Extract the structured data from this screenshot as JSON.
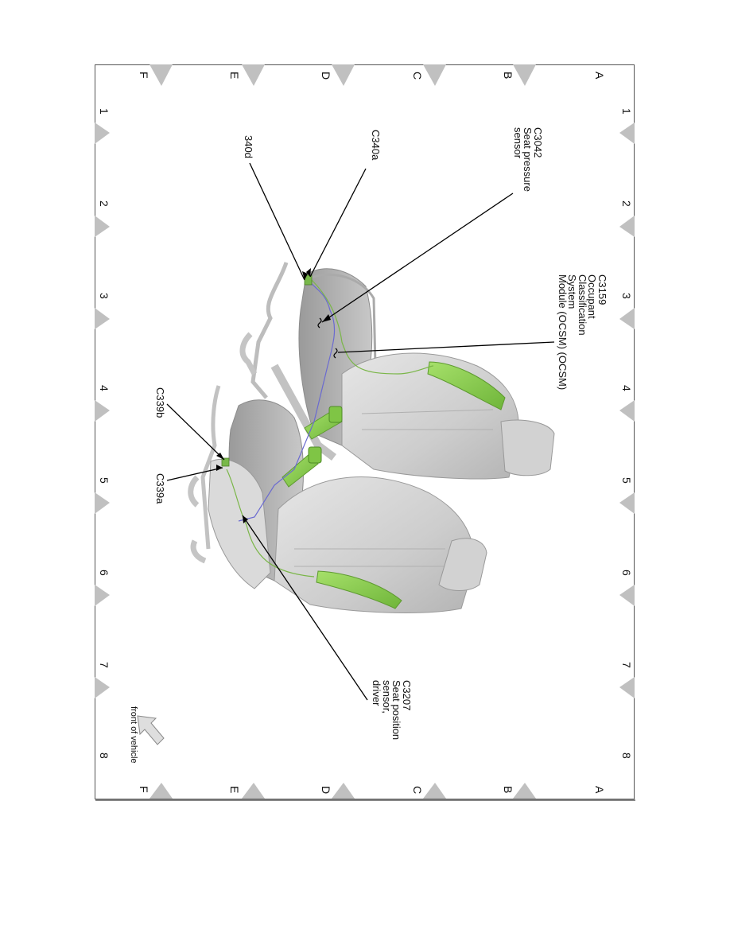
{
  "diagram": {
    "type": "component-location",
    "orientation": "rotated-90-clockwise",
    "subject": "Front seats — occupant classification wiring",
    "grid": {
      "rows": [
        "A",
        "B",
        "C",
        "D",
        "E",
        "F"
      ],
      "columns": [
        "1",
        "2",
        "3",
        "4",
        "5",
        "6",
        "7",
        "8"
      ],
      "marker_color": "#c0c0c0",
      "frame_color": "#555555"
    },
    "callouts": [
      {
        "id": "c3042",
        "lines": [
          "C3042",
          "Seat pressure",
          "sensor"
        ]
      },
      {
        "id": "c3159",
        "lines": [
          "C3159",
          "Occupant",
          "Classification",
          "System",
          "Module (OCSM) (OCSM)"
        ]
      },
      {
        "id": "c340a",
        "lines": [
          "C340a"
        ]
      },
      {
        "id": "340d",
        "lines": [
          "340d"
        ]
      },
      {
        "id": "c339b",
        "lines": [
          "C339b"
        ]
      },
      {
        "id": "c339a",
        "lines": [
          "C339a"
        ]
      },
      {
        "id": "c3207",
        "lines": [
          "C3207",
          "Seat position",
          "sensor,",
          "driver"
        ]
      }
    ],
    "orientation_indicator": {
      "label": "front of vehicle",
      "icon": "arrow-icon"
    },
    "colors": {
      "seat_gray": "#cfcfcf",
      "highlight_green": "#8fd14f",
      "wire_blue": "#6a6ad0",
      "wire_green": "#7ab648",
      "leader_line": "#000000"
    }
  }
}
